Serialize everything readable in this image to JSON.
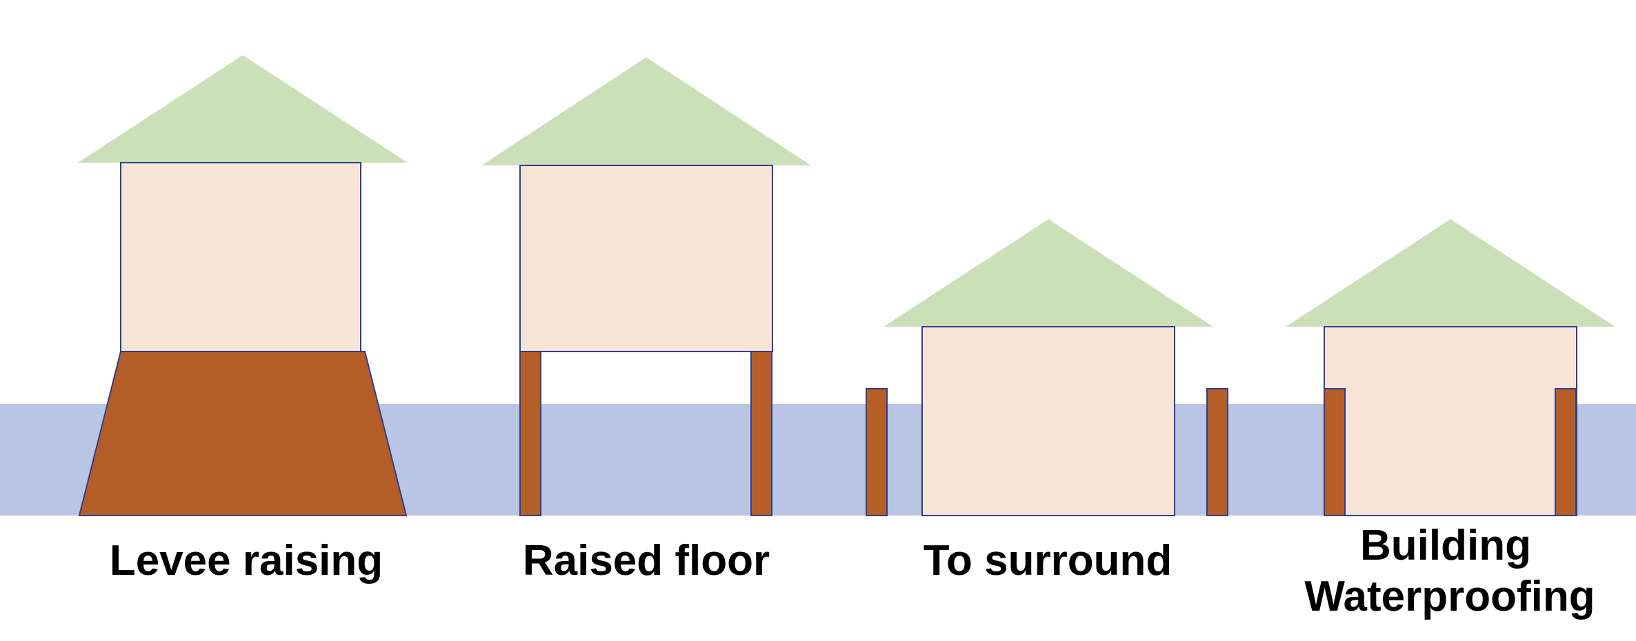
{
  "colors": {
    "water": "#b8c5e3",
    "roof": "#cbe0b9",
    "wall": "#f6e4d6",
    "brown": "#b55e28",
    "outline": "#2f3d8c"
  },
  "methods": [
    {
      "label": "Levee raising"
    },
    {
      "label": "Raised floor"
    },
    {
      "label": "To surround"
    },
    {
      "label_line1": "Building",
      "label_line2": "Waterproofing"
    }
  ]
}
